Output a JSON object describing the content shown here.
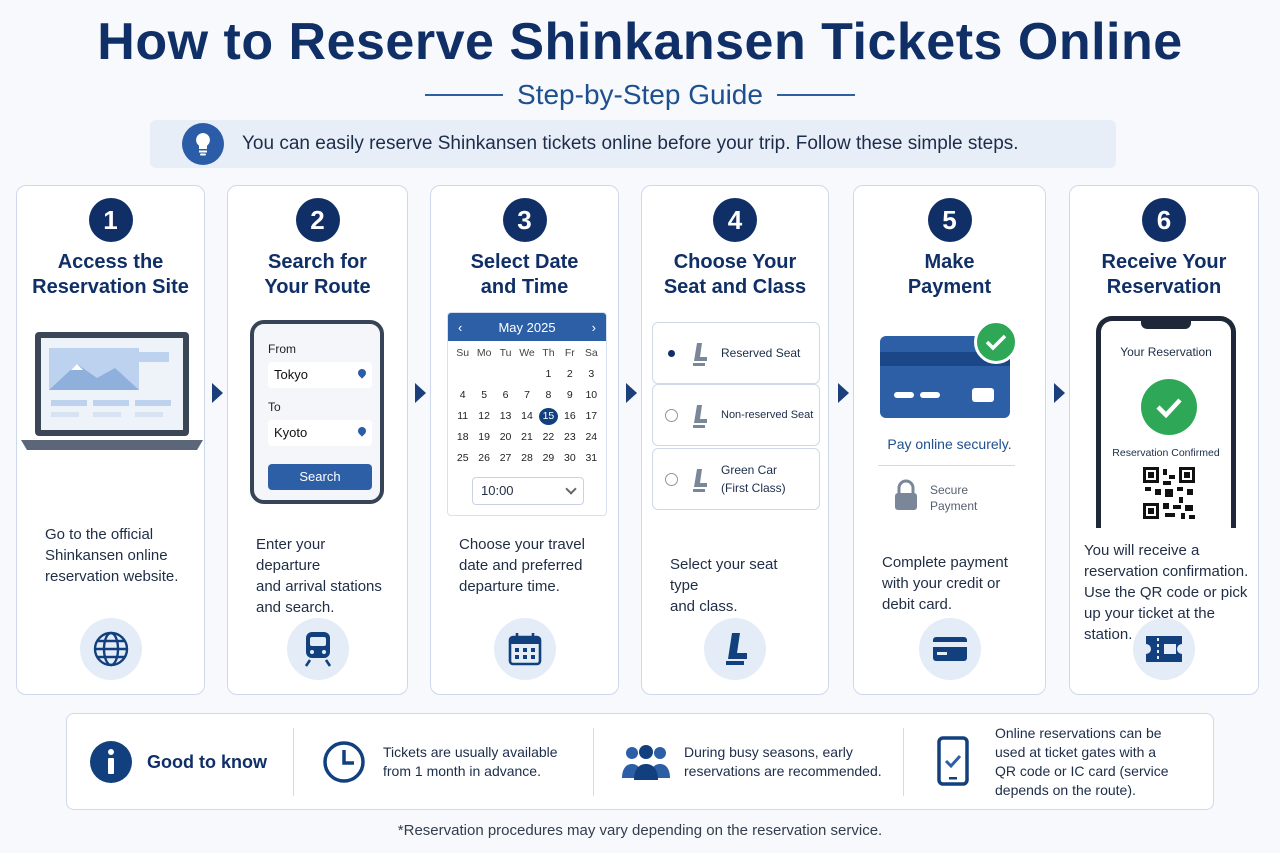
{
  "header": {
    "title": "How to Reserve Shinkansen Tickets Online",
    "subtitle": "Step-by-Step Guide",
    "intro": "You can easily reserve Shinkansen tickets online before your trip.  Follow these simple steps."
  },
  "steps": [
    {
      "number": "1",
      "title_line1": "Access the",
      "title_line2": "Reservation Site",
      "desc": [
        "Go to the official",
        "Shinkansen online",
        "reservation website."
      ],
      "icon": "globe-icon"
    },
    {
      "number": "2",
      "title_line1": "Search for",
      "title_line2": "Your Route",
      "desc": [
        "Enter your departure",
        "and arrival stations",
        "and search."
      ],
      "icon": "train-icon",
      "form": {
        "from_label": "From",
        "from_value": "Tokyo",
        "to_label": "To",
        "to_value": "Kyoto",
        "button": "Search"
      }
    },
    {
      "number": "3",
      "title_line1": "Select Date",
      "title_line2": "and Time",
      "desc": [
        "Choose your travel",
        "date and preferred",
        "departure time."
      ],
      "icon": "calendar-icon",
      "calendar": {
        "month": "May 2025",
        "weekdays": [
          "Su",
          "Mo",
          "Tu",
          "We",
          "Th",
          "Fr",
          "Sa"
        ],
        "days": [
          "",
          "",
          "",
          "",
          "1",
          "2",
          "3",
          "4",
          "5",
          "6",
          "7",
          "8",
          "9",
          "10",
          "11",
          "12",
          "13",
          "14",
          "15",
          "16",
          "17",
          "18",
          "19",
          "20",
          "21",
          "22",
          "23",
          "24",
          "25",
          "26",
          "27",
          "28",
          "29",
          "30",
          "31"
        ],
        "selected": "15",
        "time": "10:00"
      }
    },
    {
      "number": "4",
      "title_line1": "Choose Your",
      "title_line2": "Seat and Class",
      "desc": [
        "Select your seat type",
        "and class."
      ],
      "icon": "seat-icon",
      "options": [
        {
          "line1": "Reserved Seat",
          "line2": "",
          "selected": true
        },
        {
          "line1": "Non-reserved Seat",
          "line2": "",
          "selected": false
        },
        {
          "line1": "Green Car",
          "line2": "(First Class)",
          "selected": false
        }
      ]
    },
    {
      "number": "5",
      "title_line1": "Make",
      "title_line2": "Payment",
      "desc": [
        "Complete payment",
        "with your credit or",
        "debit card."
      ],
      "icon": "credit-card-icon",
      "pay_online": "Pay online securely.",
      "secure_line1": "Secure",
      "secure_line2": "Payment"
    },
    {
      "number": "6",
      "title_line1": "Receive Your",
      "title_line2": "Reservation",
      "desc": [
        "You will receive a",
        "reservation confirmation.",
        "Use the QR code or pick",
        "up your ticket at the",
        "station."
      ],
      "icon": "ticket-icon",
      "phone_header": "Your Reservation",
      "confirmed": "Reservation Confirmed"
    }
  ],
  "info": {
    "heading": "Good to know",
    "tips": [
      {
        "lines": [
          "Tickets are usually available",
          "from 1 month in advance."
        ],
        "icon": "clock-icon"
      },
      {
        "lines": [
          "During busy seasons, early",
          "reservations are recommended."
        ],
        "icon": "people-icon"
      },
      {
        "lines": [
          "Online reservations can be",
          "used at ticket gates with a",
          "QR code or IC card (service",
          "depends on the route)."
        ],
        "icon": "phone-check-icon"
      }
    ]
  },
  "footnote": "*Reservation procedures may vary depending on the reservation service.",
  "colors": {
    "navy": "#0f2f66",
    "accent": "#2d5fa6",
    "green": "#2ea857",
    "card_border": "#cdd9ea"
  }
}
